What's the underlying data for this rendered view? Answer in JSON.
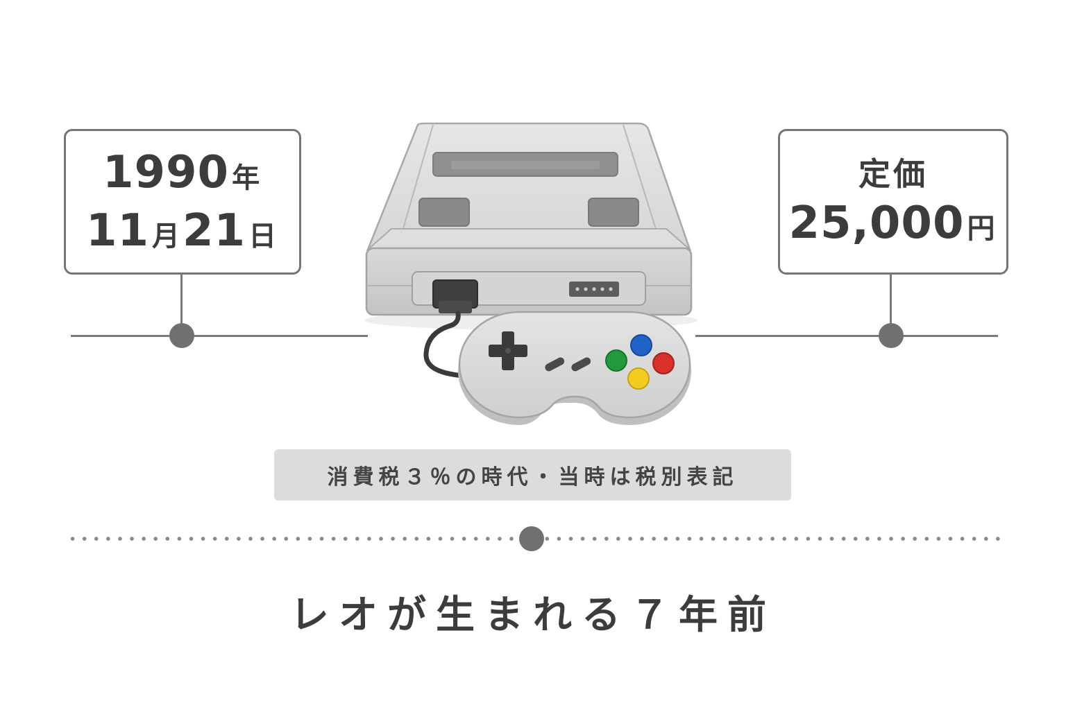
{
  "release": {
    "year": "1990",
    "year_unit": "年",
    "month": "11",
    "month_unit": "月",
    "day": "21",
    "day_unit": "日"
  },
  "price": {
    "label": "定価",
    "amount": "25,000",
    "currency": "円"
  },
  "tax_note": "消費税３％の時代・当時は税別表記",
  "tagline": "レオが生まれる７年前",
  "icons": {
    "console": "game-console-icon",
    "controller": "gamepad-icon"
  },
  "colors": {
    "button_blue": "#1f63c9",
    "button_red": "#d9302b",
    "button_green": "#209a3c",
    "button_yellow": "#f3cc1f",
    "line_gray": "#7a7a7a"
  }
}
